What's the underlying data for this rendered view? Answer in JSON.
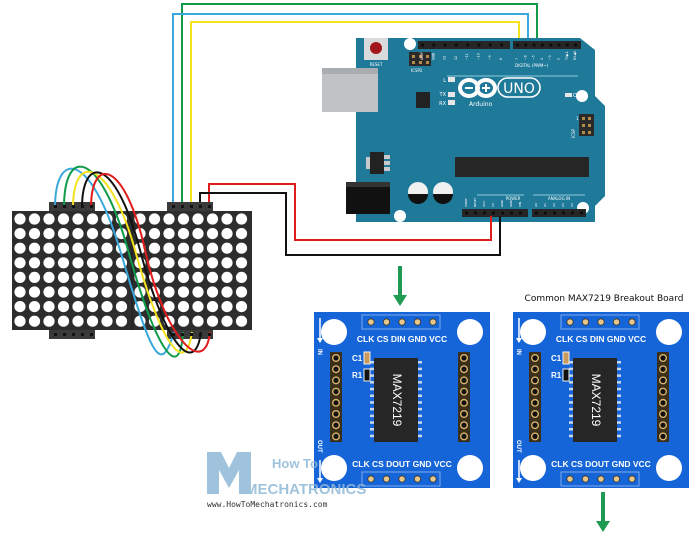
{
  "colors": {
    "arduino_board": "#1f7a9a",
    "breakout_board": "#1565d8",
    "matrix_body": "#2d2d2d",
    "wire_green": "#0f9b4a",
    "wire_blue": "#3aa8dc",
    "wire_yellow": "#f4e21c",
    "wire_black": "#111111",
    "wire_red": "#e11c1c",
    "arrow_green": "#1f9a52"
  },
  "arduino": {
    "reset_label": "RESET",
    "icsp2_label": "ICSP2",
    "icsp_label": "ICSP",
    "led_l": "L",
    "led_tx": "TX",
    "led_rx": "RX",
    "led_on": "ON",
    "brand": "Arduino",
    "model": "UNO",
    "digital_label": "DIGITAL (PWM~)",
    "power_label": "POWER",
    "analog_label": "ANALOG IN",
    "icsp_pin1": "1",
    "digital_pins": [
      "AREF",
      "GND",
      "13",
      "12",
      "~11",
      "~10",
      "~9",
      "8",
      "7",
      "~6",
      "~5",
      "4",
      "~3",
      "2",
      "TX▶1",
      "RX◀0"
    ],
    "power_pins": [
      "IOREF",
      "RESET",
      "3V3",
      "5V",
      "GND",
      "GND",
      "VIN"
    ],
    "analog_pins": [
      "A0",
      "A1",
      "A2",
      "A3",
      "A4",
      "A5"
    ]
  },
  "breakout_left": {
    "top_pins_label": "CLK CS DIN GND VCC",
    "bottom_pins_label": "CLK CS DOUT GND VCC",
    "chip_label": "MAX7219",
    "c1_label": "C1",
    "r1_label": "R1",
    "in_label": "IN",
    "out_label": "OUT"
  },
  "breakout_right": {
    "caption": "Common MAX7219 Breakout Board",
    "top_pins_label": "CLK CS DIN GND VCC",
    "bottom_pins_label": "CLK CS DOUT GND VCC",
    "chip_label": "MAX7219",
    "c1_label": "C1",
    "r1_label": "R1",
    "in_label": "IN",
    "out_label": "OUT"
  },
  "watermark": {
    "line1": "How To",
    "line2": "MECHATRONICS",
    "url": "www.HowToMechatronics.com"
  },
  "matrix": {
    "modules": 2,
    "rows": 8,
    "cols_per_module": 8
  }
}
